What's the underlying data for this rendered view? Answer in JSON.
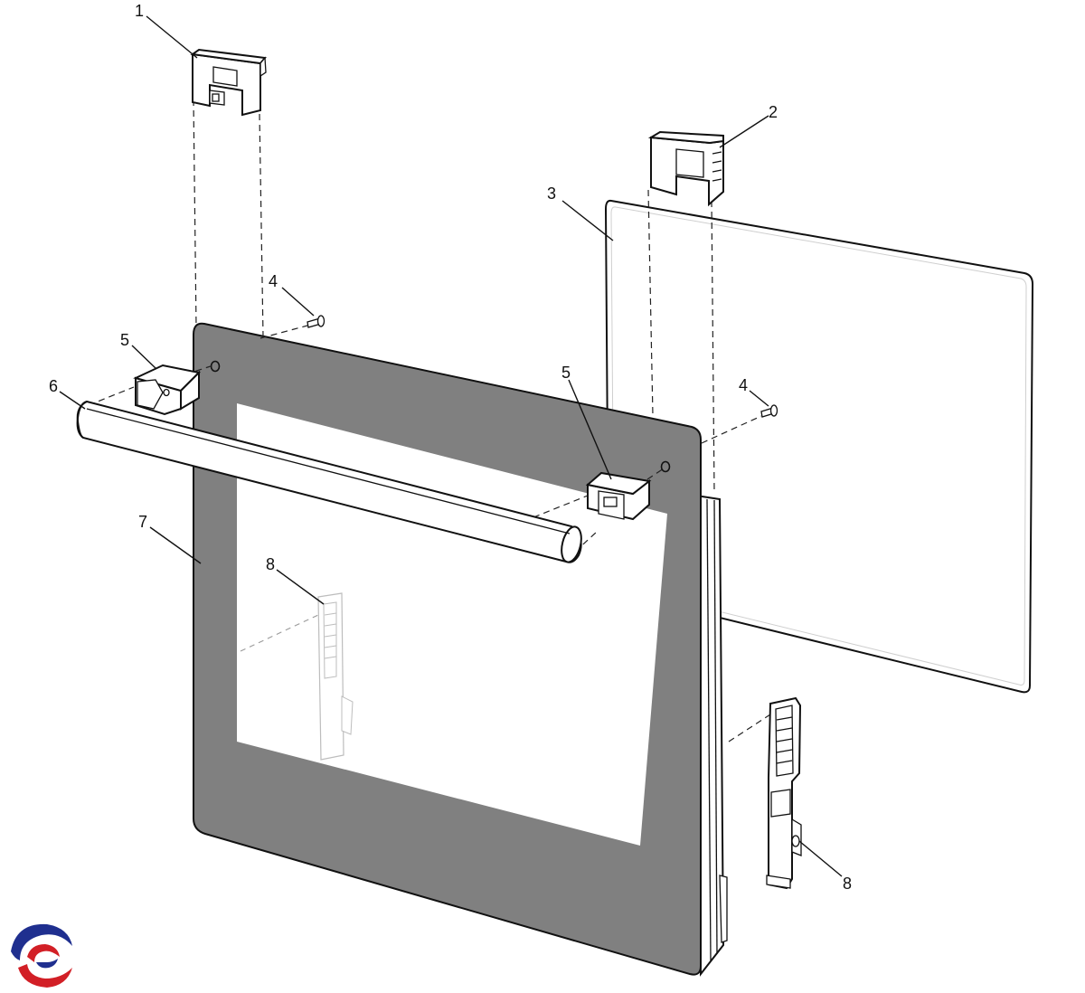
{
  "diagram": {
    "callouts": {
      "c1": "1",
      "c2": "2",
      "c3": "3",
      "c4a": "4",
      "c4b": "4",
      "c5a": "5",
      "c5b": "5",
      "c6": "6",
      "c7": "7",
      "c8a": "8",
      "c8b": "8"
    }
  },
  "colors": {
    "door_panel": "#808080",
    "window": "#ffffff",
    "glass_outline": "#111111",
    "logo_blue": "#1f2f8f",
    "logo_red": "#d21f26"
  },
  "icons": {
    "logo": "brand-swirl-logo"
  }
}
